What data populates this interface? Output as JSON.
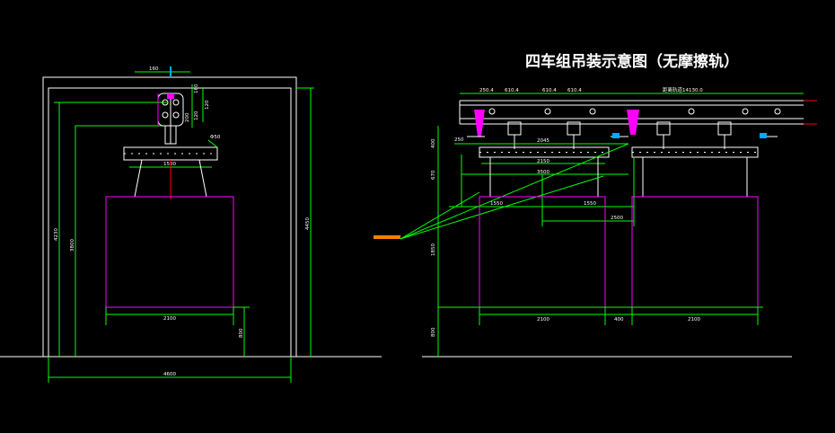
{
  "title": "四车组吊装示意图（无摩擦轨）",
  "colors": {
    "background": "#000000",
    "dimension": "#00ff00",
    "structure": "#ffffff",
    "load_box": "#ff00ff",
    "ground": "#ff8000",
    "marker": "#00aaff"
  },
  "left_view": {
    "dims": {
      "top_gap": "160",
      "wheel_d1": "160",
      "wheel_d2": "120",
      "wheel_d3": "120",
      "wheel_d4": "200",
      "beam_d": "Φ50",
      "beam_width": "1500",
      "inner_height": "4230",
      "clear_height": "3800",
      "outer_height": "4450",
      "box_width": "2100",
      "box_bottom": "800",
      "total_width": "4600"
    }
  },
  "right_view": {
    "dims": {
      "rail_seg1": "250.4",
      "rail_seg2": "610.4",
      "rail_seg3": "610.4",
      "rail_seg4": "610.4",
      "rail_span": "距离轨道14130.0",
      "hook_off": "250",
      "top_h": "400",
      "spacing_2045": "2045",
      "spacing_2150": "2150",
      "spacing_3500": "3500",
      "h670": "670",
      "left_1550": "1550",
      "right_1550": "1550",
      "gap_2500": "2500",
      "h1850": "1850",
      "box_left_w": "2100",
      "gap_400": "400",
      "box_right_w": "2100",
      "bottom_800": "800"
    }
  }
}
